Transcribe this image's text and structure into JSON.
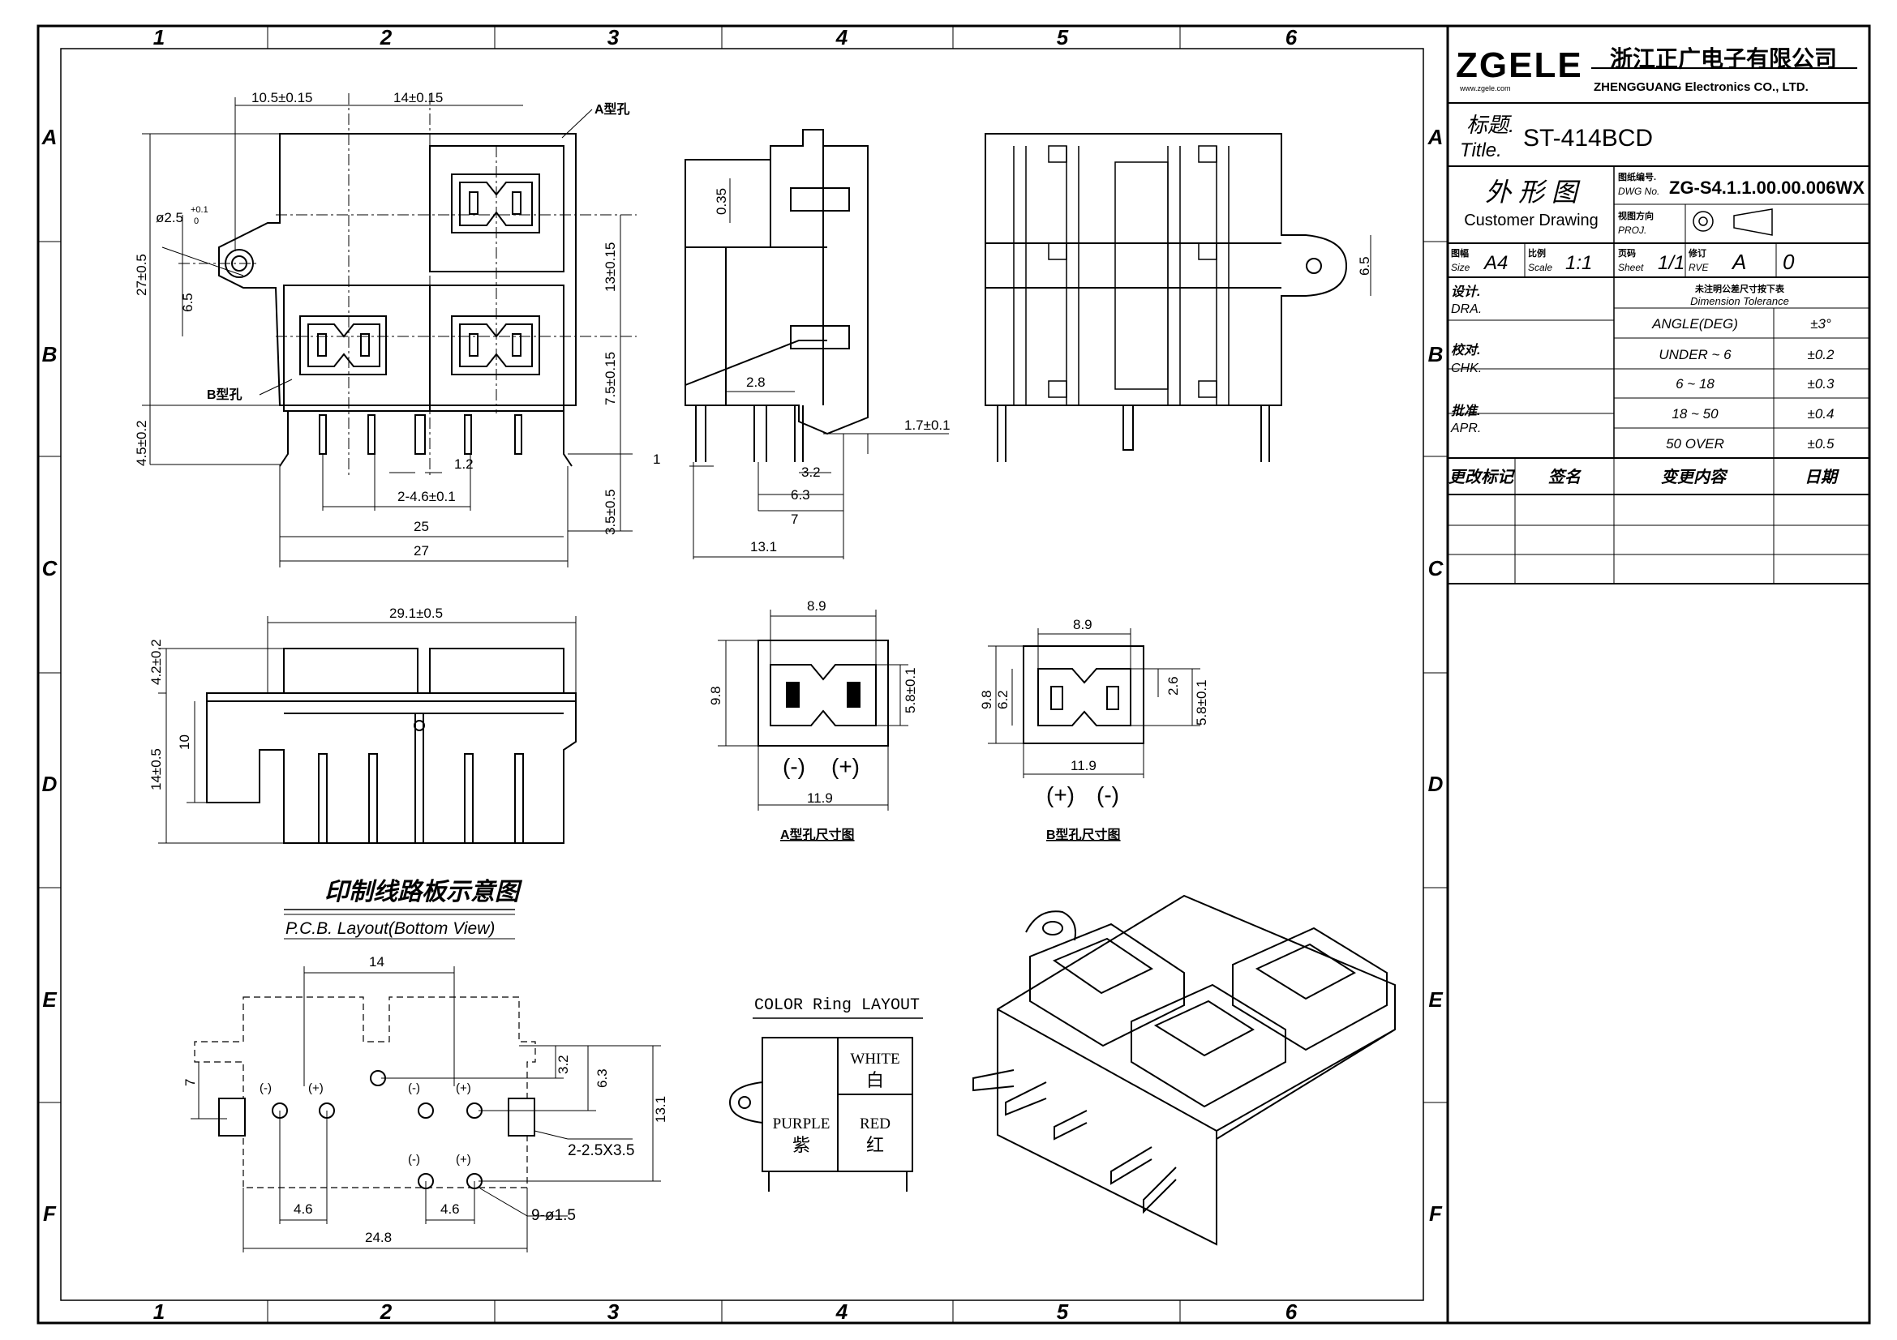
{
  "frame": {
    "columns": [
      "1",
      "2",
      "3",
      "4",
      "5",
      "6"
    ],
    "rows": [
      "A",
      "B",
      "C",
      "D",
      "E",
      "F"
    ]
  },
  "title_block": {
    "logo": "ZGELE",
    "logo_url": "www.zgele.com",
    "company_cn": "浙江正广电子有限公司",
    "company_en": "ZHENGGUANG Electronics CO., LTD.",
    "title_label_cn": "标题.",
    "title_label_en": "Title.",
    "title_value": "ST-414BCD",
    "drawing_cn": "外 形 图",
    "drawing_en": "Customer Drawing",
    "dwg_label_cn": "图纸编号.",
    "dwg_label_en": "DWG No.",
    "dwg_no": "ZG-S4.1.1.00.00.006WX",
    "proj_label_cn": "视图方向",
    "proj_label_en": "PROJ.",
    "size_label_cn": "图幅",
    "size_label_en": "Size",
    "size_value": "A4",
    "scale_label_cn": "比例",
    "scale_label_en": "Scale",
    "scale_value": "1:1",
    "sheet_label_cn": "页码",
    "sheet_label_en": "Sheet",
    "sheet_value": "1/1",
    "rev_label_cn": "修订",
    "rev_label_en": "RVE",
    "rev_value": "A",
    "rev_num": "0",
    "dra_cn": "设计.",
    "dra_en": "DRA.",
    "chk_cn": "校对.",
    "chk_en": "CHK.",
    "apr_cn": "批准.",
    "apr_en": "APR.",
    "tol_title_cn": "未注明公差尺寸按下表",
    "tol_title_en": "Dimension Tolerance",
    "tolerances": [
      {
        "range": "ANGLE(DEG)",
        "value": "±3°"
      },
      {
        "range": "UNDER  ~  6",
        "value": "±0.2"
      },
      {
        "range": "6   ~   18",
        "value": "±0.3"
      },
      {
        "range": "18   ~   50",
        "value": "±0.4"
      },
      {
        "range": "50    OVER",
        "value": "±0.5"
      }
    ],
    "rev_header": [
      "更改标记",
      "签名",
      "变更内容",
      "日期"
    ]
  },
  "labels": {
    "hole_a": "A型孔",
    "hole_b": "B型孔",
    "hole_a_caption": "A型孔尺寸图",
    "hole_b_caption": "B型孔尺寸图",
    "pcb_title_cn": "印制线路板示意图",
    "pcb_title_en": "P.C.B. Layout(Bottom View)",
    "color_title": "COLOR Ring LAYOUT",
    "color_white_en": "WHITE",
    "color_white_cn": "白",
    "color_purple_en": "PURPLE",
    "color_purple_cn": "紫",
    "color_red_en": "RED",
    "color_red_cn": "红",
    "neg": "(-)",
    "pos": "(+)"
  },
  "dims": {
    "d10_5": "10.5±0.15",
    "d14_15": "14±0.15",
    "d_phi": "ø2.5",
    "d_phi_tol": "+0.1",
    "d_phi_tol0": "0",
    "d27_5": "27±0.5",
    "d6_5": "6.5",
    "d4_5": "4.5±0.2",
    "d13": "13±0.15",
    "d7_5": "7.5±0.15",
    "d3_5": "3.5±0.5",
    "d1_2": "1.2",
    "d2_46": "2-4.6±0.1",
    "d25": "25",
    "d27": "27",
    "d0_35": "0.35",
    "d2_8": "2.8",
    "d1": "1",
    "d1_7": "1.7±0.1",
    "d3_2": "3.2",
    "d6_3": "6.3",
    "d7": "7",
    "d13_1": "13.1",
    "d6_5r": "6.5",
    "d29_1": "29.1±0.5",
    "d4_2": "4.2±0.2",
    "d10": "10",
    "d14_5": "14±0.5",
    "a8_9": "8.9",
    "a9_8": "9.8",
    "a5_8": "5.8±0.1",
    "a11_9": "11.9",
    "b8_9": "8.9",
    "b9_8": "9.8",
    "b6_2": "6.2",
    "b2_6": "2.6",
    "b5_8": "5.8±0.1",
    "b11_9": "11.9",
    "p14": "14",
    "p7": "7",
    "p3_2": "3.2",
    "p6_3": "6.3",
    "p13_1": "13.1",
    "p2_25": "2-2.5X3.5",
    "p4_6a": "4.6",
    "p4_6b": "4.6",
    "p9_15": "9-ø1.5",
    "p24_8": "24.8"
  }
}
